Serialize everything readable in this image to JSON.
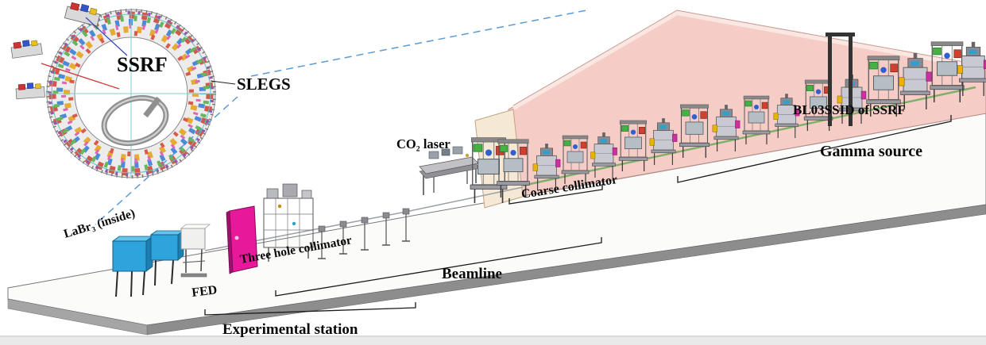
{
  "diagram": {
    "ring_name": "SSRF",
    "facility_label": "SLEGS"
  },
  "labels": {
    "labr3": "LaBr₃ (inside)",
    "fed": "FED",
    "three_hole_collimator": "Three hole collimator",
    "co2_laser": "CO₂ laser",
    "coarse_collimator": "Coarse collimator",
    "beamline": "Beamline",
    "bl03ssid": "BL03SSID of SSRF",
    "gamma_source": "Gamma source",
    "experimental_station": "Experimental station"
  },
  "colors": {
    "dashed_guide": "#5b9bd5",
    "hutch_wall_pink": "#f6cdc6",
    "hutch_end_wall_cream": "#f5e8d4",
    "platform_side_gray": "#8d8d8d",
    "detector_blue": "#2fa3dc",
    "panel_magenta": "#e8189a",
    "beam_pipe_green": "#7fb069"
  }
}
